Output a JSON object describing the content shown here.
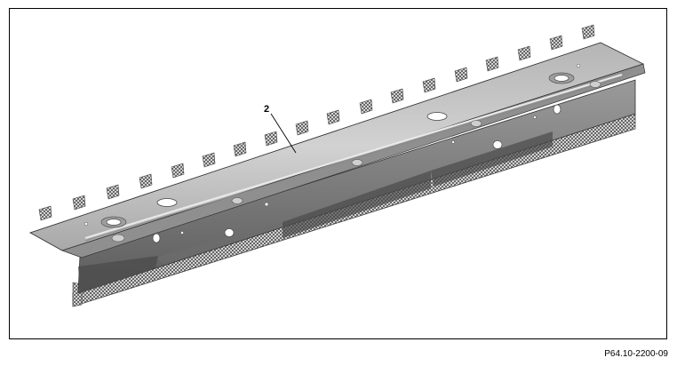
{
  "figure": {
    "callout_label": "2",
    "figure_id": "P64.10-2200-09"
  },
  "colors": {
    "frame": "#000000",
    "panel_light": "#c8c8c8",
    "panel_mid": "#a9a9a9",
    "panel_dark": "#555555",
    "hatch": "#6a6a6a"
  },
  "icons": [
    "mesh-hatch-pattern"
  ]
}
